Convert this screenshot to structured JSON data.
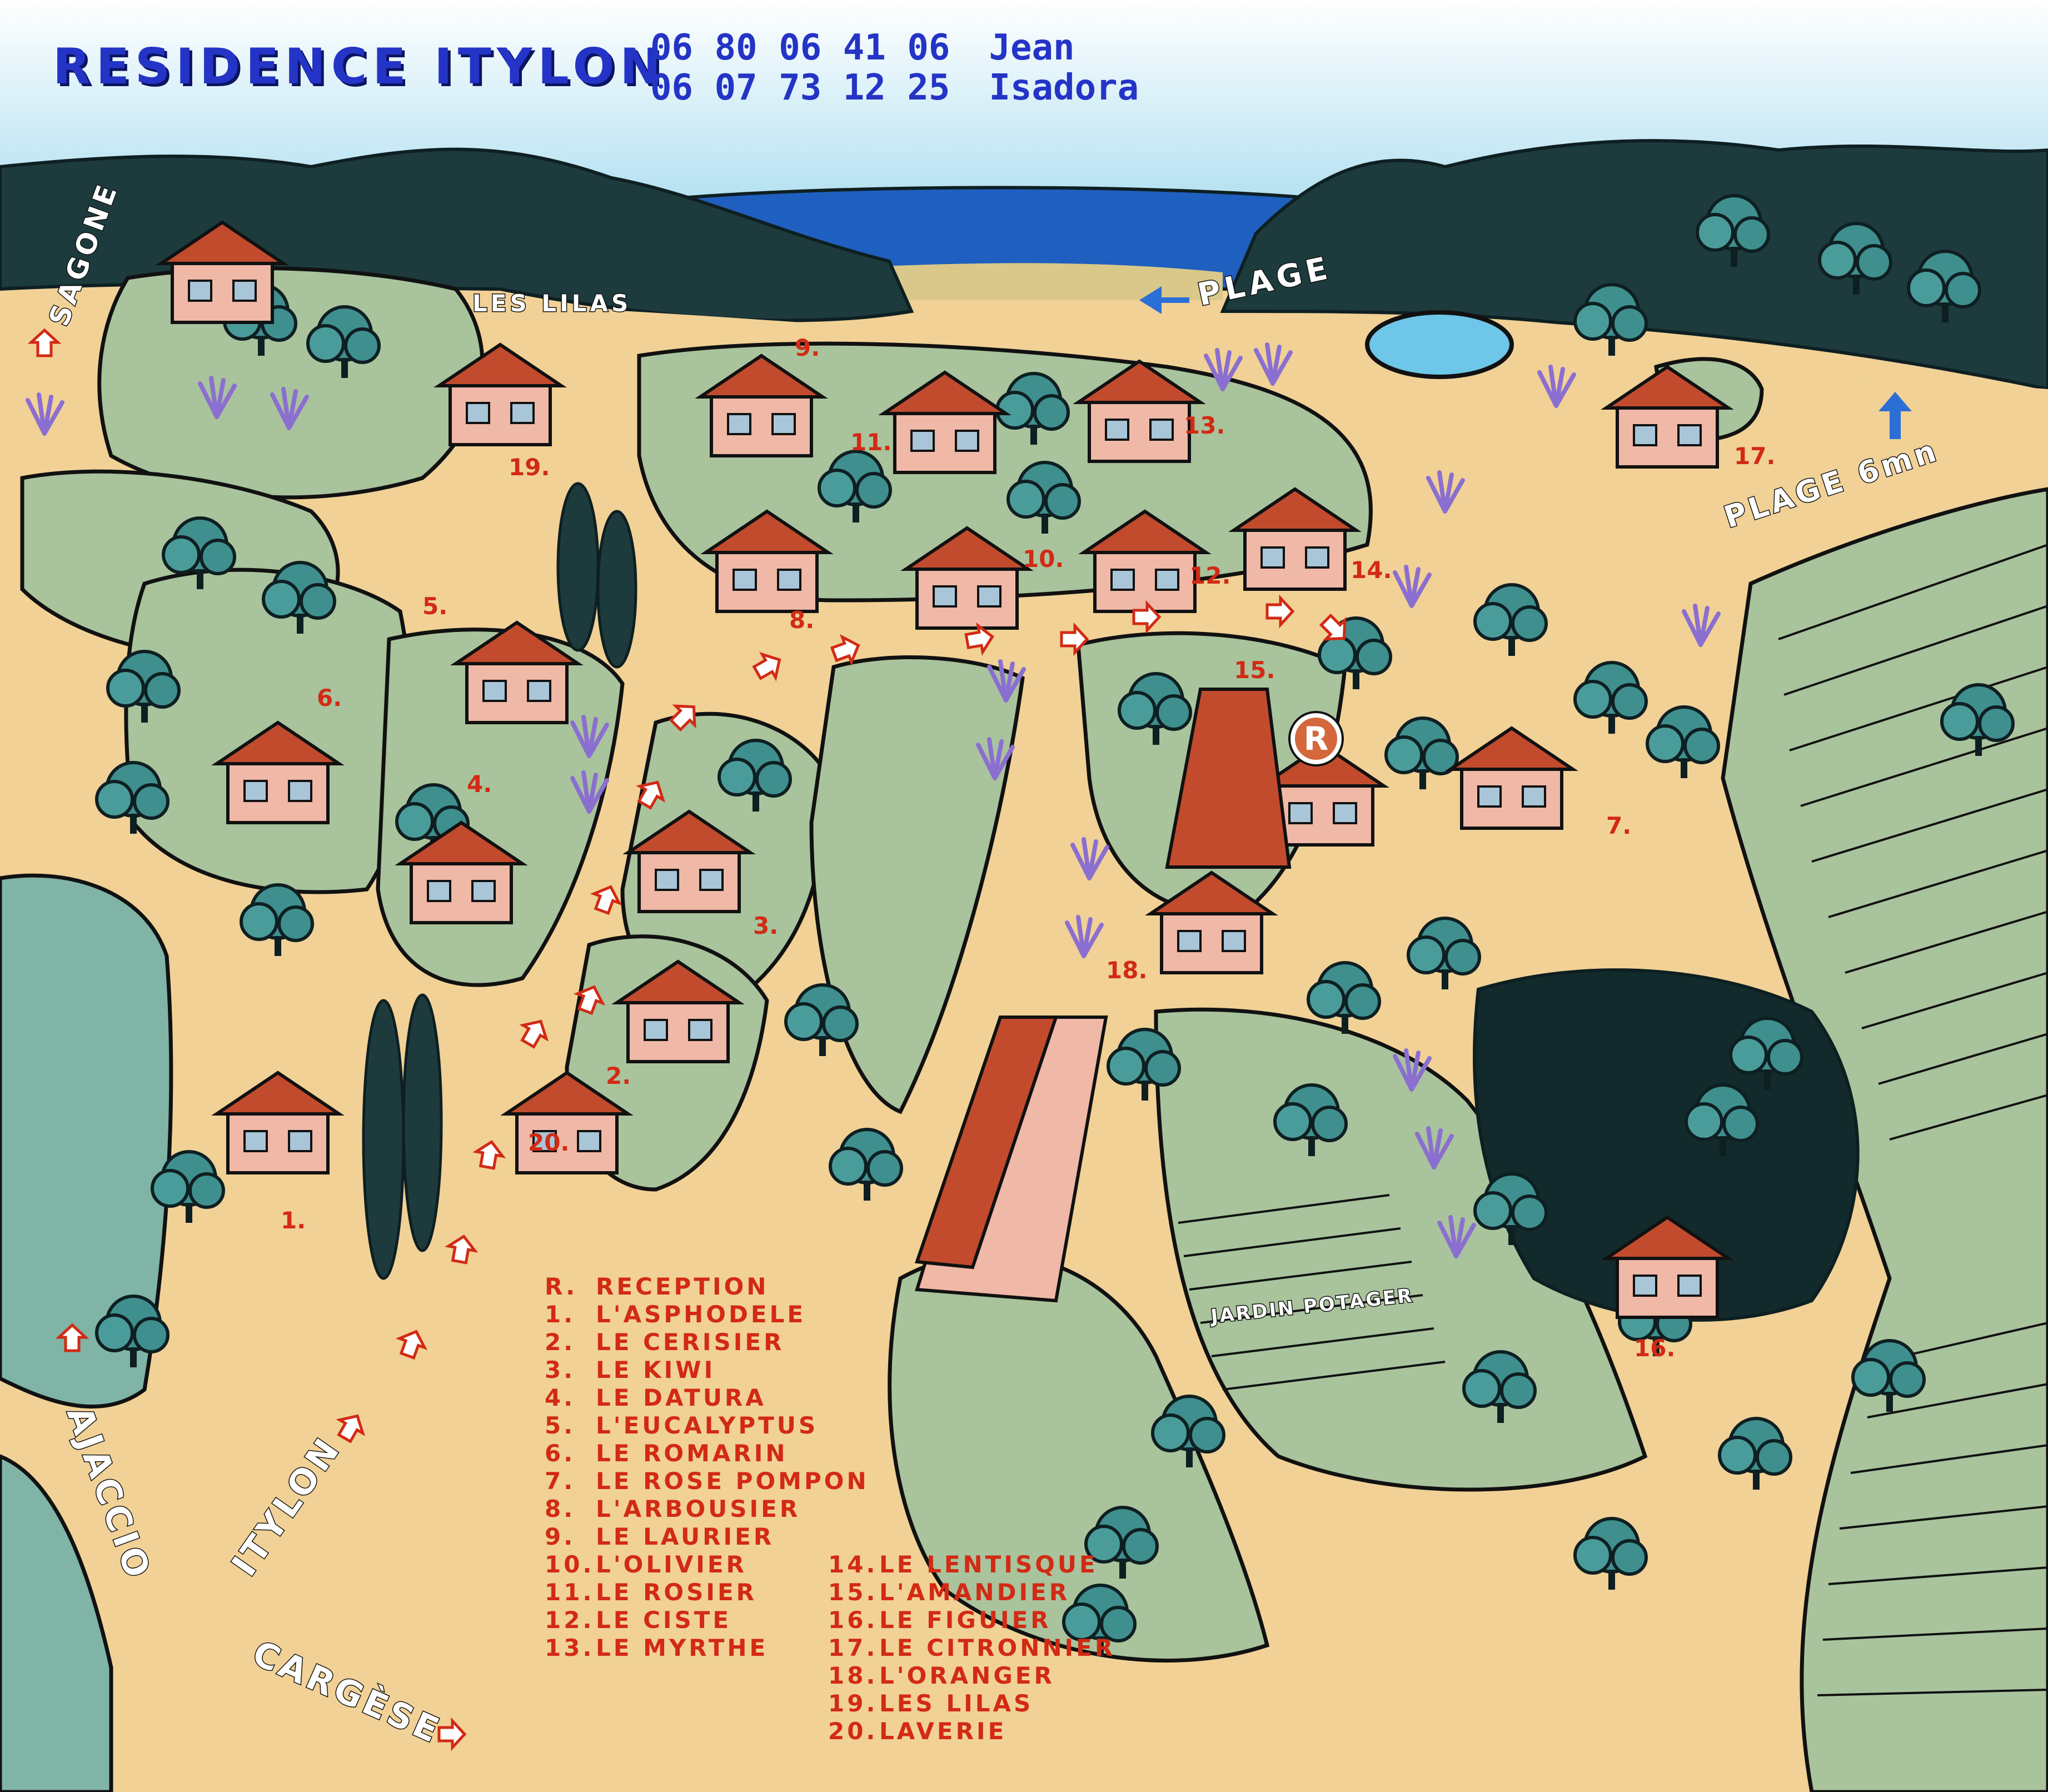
{
  "header": {
    "title": "RESIDENCE ITYLON",
    "contacts": [
      {
        "phone": "06 80 06 41 06",
        "name": "Jean"
      },
      {
        "phone": "06 07 73  12 25",
        "name": "Isadora"
      }
    ]
  },
  "map_labels": {
    "sagone": "SAGONE",
    "les_lilas": "LES LILAS",
    "plage": "PLAGE",
    "plage_6mn": "PLAGE 6mn",
    "jardin_potager": "JARDIN POTAGER",
    "ajaccio": "AJACCIO",
    "itylon": "ITYLON",
    "cargese": "CARGÈSE",
    "reception_symbol": "R"
  },
  "house_numbers": [
    "1.",
    "2.",
    "3.",
    "4.",
    "5.",
    "6.",
    "7.",
    "8.",
    "9.",
    "10.",
    "11.",
    "12.",
    "13.",
    "14.",
    "15.",
    "16.",
    "17.",
    "18.",
    "19.",
    "20."
  ],
  "legend": {
    "column1": [
      {
        "key": "R.",
        "name": "RECEPTION"
      },
      {
        "key": "1.",
        "name": "L'ASPHODELE"
      },
      {
        "key": "2.",
        "name": "LE CERISIER"
      },
      {
        "key": "3.",
        "name": "LE KIWI"
      },
      {
        "key": "4.",
        "name": "LE DATURA"
      },
      {
        "key": "5.",
        "name": "L'EUCALYPTUS"
      },
      {
        "key": "6.",
        "name": "LE ROMARIN"
      },
      {
        "key": "7.",
        "name": "LE ROSE POMPON"
      },
      {
        "key": "8.",
        "name": "L'ARBOUSIER"
      },
      {
        "key": "9.",
        "name": "LE LAURIER"
      },
      {
        "key": "10.",
        "name": "L'OLIVIER"
      },
      {
        "key": "11.",
        "name": "LE ROSIER"
      },
      {
        "key": "12.",
        "name": "LE CISTE"
      },
      {
        "key": "13.",
        "name": "LE MYRTHE"
      }
    ],
    "column2": [
      {
        "key": "14.",
        "name": "LE LENTISQUE"
      },
      {
        "key": "15.",
        "name": "L'AMANDIER"
      },
      {
        "key": "16.",
        "name": "LE FIGUIER"
      },
      {
        "key": "17.",
        "name": "LE CITRONNIER"
      },
      {
        "key": "18.",
        "name": "L'ORANGER"
      },
      {
        "key": "19.",
        "name": "LES LILAS"
      },
      {
        "key": "20.",
        "name": "LAVERIE"
      }
    ]
  },
  "colors": {
    "sky": "#bfe6f5",
    "sea": "#1f5fbf",
    "sand": "#f1d196",
    "grass": "#a9c39c",
    "tree": "#3f8f8e",
    "hill": "#0e1f22",
    "roof": "#c24b2e",
    "wall": "#f0b8a6",
    "label_red": "#d22a14",
    "title_blue": "#2434c6"
  }
}
